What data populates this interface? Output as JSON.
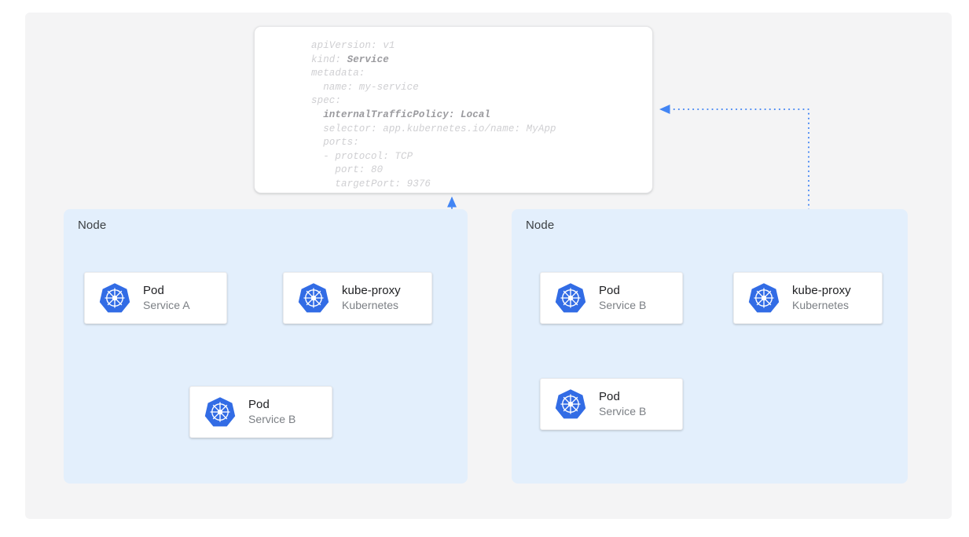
{
  "colors": {
    "canvas_background": "#f4f4f5",
    "node_background": "#e3effc",
    "card_background": "#ffffff",
    "arrow_blue": "#4285f4",
    "k8s_blue": "#326ce5",
    "title_text": "#202124",
    "subtitle_text": "#7b7f84",
    "yaml_text": "#cfcfd2",
    "yaml_highlight": "#9a9a9e"
  },
  "yaml": {
    "lines": [
      {
        "text": "apiVersion: v1",
        "bold": false
      },
      {
        "text": "kind: ",
        "bold_suffix": "Service"
      },
      {
        "text": "metadata:",
        "bold": false
      },
      {
        "text": "  name: my-service",
        "bold": false
      },
      {
        "text": "spec:",
        "bold": false
      },
      {
        "text": "  internalTrafficPolicy: Local",
        "bold": true
      },
      {
        "text": "  selector: app.kubernetes.io/name: MyApp",
        "bold": false
      },
      {
        "text": "  ports:",
        "bold": false
      },
      {
        "text": "  - protocol: TCP",
        "bold": false
      },
      {
        "text": "    port: 80",
        "bold": false
      },
      {
        "text": "    targetPort: 9376",
        "bold": false
      }
    ],
    "raw": "apiVersion: v1\nkind: Service\nmetadata:\n  name: my-service\nspec:\n  internalTrafficPolicy: Local\n  selector: app.kubernetes.io/name: MyApp\n  ports:\n  - protocol: TCP\n    port: 80\n    targetPort: 9376",
    "fields": {
      "apiVersion": "v1",
      "kind": "Service",
      "metadata_name": "my-service",
      "internalTrafficPolicy": "Local",
      "selector": "app.kubernetes.io/name: MyApp",
      "protocol": "TCP",
      "port": "80",
      "targetPort": "9376"
    }
  },
  "nodes": {
    "left": {
      "label": "Node"
    },
    "right": {
      "label": "Node"
    }
  },
  "cards": {
    "pod_a": {
      "title": "Pod",
      "subtitle": "Service A",
      "icon": "kubernetes-icon"
    },
    "kubeproxy_a": {
      "title": "kube-proxy",
      "subtitle": "Kubernetes",
      "icon": "kubernetes-icon"
    },
    "pod_b_left": {
      "title": "Pod",
      "subtitle": "Service B",
      "icon": "kubernetes-icon"
    },
    "pod_b_right1": {
      "title": "Pod",
      "subtitle": "Service B",
      "icon": "kubernetes-icon"
    },
    "kubeproxy_b": {
      "title": "kube-proxy",
      "subtitle": "Kubernetes",
      "icon": "kubernetes-icon"
    },
    "pod_b_right2": {
      "title": "Pod",
      "subtitle": "Service B",
      "icon": "kubernetes-icon"
    }
  },
  "connectors": [
    {
      "name": "pod-a-to-kubeproxy-a",
      "style": "solid",
      "from": "pod_a",
      "to": "kubeproxy_a"
    },
    {
      "name": "kubeproxy-a-to-pod-b-left",
      "style": "solid",
      "from": "kubeproxy_a",
      "to": "pod_b_left"
    },
    {
      "name": "kubeproxy-a-to-yaml",
      "style": "dotted",
      "from": "kubeproxy_a",
      "to": "yaml"
    },
    {
      "name": "kubeproxy-b-to-yaml",
      "style": "dotted",
      "from": "kubeproxy_b",
      "to": "yaml"
    }
  ]
}
